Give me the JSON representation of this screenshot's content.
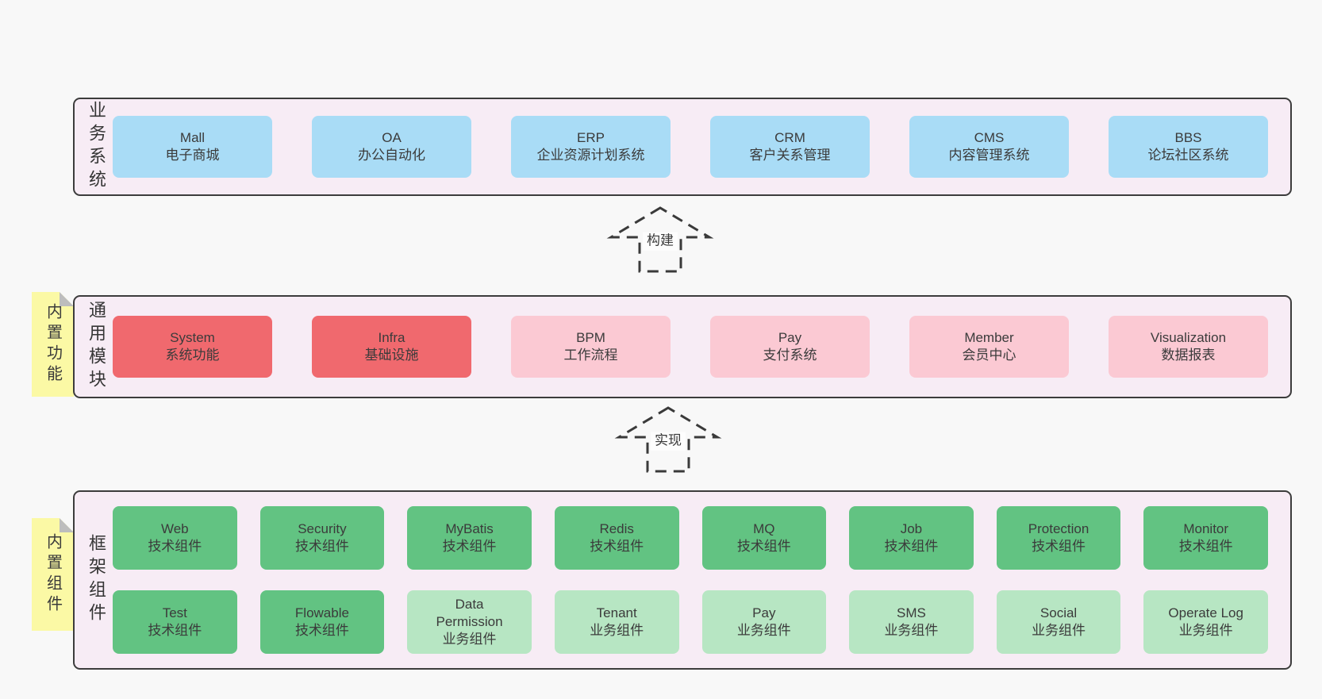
{
  "colors": {
    "page_bg": "#f8f8f8",
    "container_bg": "#f7ecf5",
    "container_border": "#3c3c3c",
    "blue": "#a9dcf6",
    "red": "#f0696e",
    "pink": "#fbc9d3",
    "green": "#62c382",
    "green_light": "#b7e6c3",
    "sticky_yellow": "#fbf9a5",
    "sticky_fold": "#bdbdbd",
    "text": "#3b3b3b",
    "arrow_stroke": "#3a3a3a"
  },
  "arrows": [
    {
      "label": "构建"
    },
    {
      "label": "实现"
    }
  ],
  "layers": [
    {
      "label": "业务系统",
      "boxes": [
        {
          "title": "Mall",
          "subtitle": "电子商城"
        },
        {
          "title": "OA",
          "subtitle": "办公自动化"
        },
        {
          "title": "ERP",
          "subtitle": "企业资源计划系统"
        },
        {
          "title": "CRM",
          "subtitle": "客户关系管理"
        },
        {
          "title": "CMS",
          "subtitle": "内容管理系统"
        },
        {
          "title": "BBS",
          "subtitle": "论坛社区系统"
        }
      ]
    },
    {
      "label": "通用模块",
      "note": "内置功能",
      "boxes": [
        {
          "title": "System",
          "subtitle": "系统功能"
        },
        {
          "title": "Infra",
          "subtitle": "基础设施"
        },
        {
          "title": "BPM",
          "subtitle": "工作流程"
        },
        {
          "title": "Pay",
          "subtitle": "支付系统"
        },
        {
          "title": "Member",
          "subtitle": "会员中心"
        },
        {
          "title": "Visualization",
          "subtitle": "数据报表"
        }
      ]
    },
    {
      "label": "框架组件",
      "note": "内置组件",
      "rows": [
        [
          {
            "title": "Web",
            "subtitle": "技术组件"
          },
          {
            "title": "Security",
            "subtitle": "技术组件"
          },
          {
            "title": "MyBatis",
            "subtitle": "技术组件"
          },
          {
            "title": "Redis",
            "subtitle": "技术组件"
          },
          {
            "title": "MQ",
            "subtitle": "技术组件"
          },
          {
            "title": "Job",
            "subtitle": "技术组件"
          },
          {
            "title": "Protection",
            "subtitle": "技术组件"
          },
          {
            "title": "Monitor",
            "subtitle": "技术组件"
          }
        ],
        [
          {
            "title": "Test",
            "subtitle": "技术组件"
          },
          {
            "title": "Flowable",
            "subtitle": "技术组件"
          },
          {
            "title": "Data\nPermission",
            "subtitle": "业务组件"
          },
          {
            "title": "Tenant",
            "subtitle": "业务组件"
          },
          {
            "title": "Pay",
            "subtitle": "业务组件"
          },
          {
            "title": "SMS",
            "subtitle": "业务组件"
          },
          {
            "title": "Social",
            "subtitle": "业务组件"
          },
          {
            "title": "Operate Log",
            "subtitle": "业务组件"
          }
        ]
      ]
    }
  ]
}
